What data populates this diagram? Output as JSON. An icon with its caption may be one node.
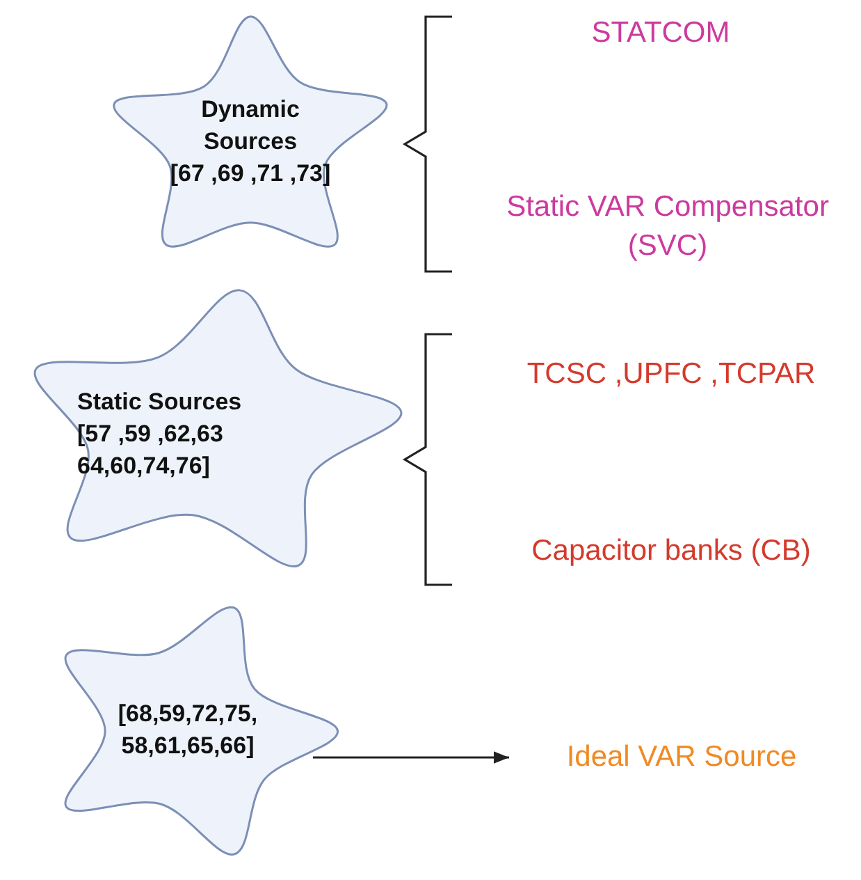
{
  "diagram": {
    "nodes": [
      {
        "text": [
          "Dynamic Sources",
          "[67 ,69 ,71 ,73]"
        ]
      },
      {
        "text": [
          "Static Sources",
          "[57 ,59 ,62,63 64,60,74,76]"
        ]
      },
      {
        "text": [
          "[68,59,72,75, 58,61,65,66]"
        ]
      },
      {
        "text": [
          "Ideal VAR Source"
        ]
      }
    ],
    "edges": [
      {
        "from": 2,
        "to": 3,
        "arrow": "to"
      }
    ],
    "labels": [
      "STATCOM",
      "Static VAR Compensator (SVC)",
      "TCSC ,UPFC ,TCPAR",
      "Capacitor banks (CB)"
    ]
  }
}
